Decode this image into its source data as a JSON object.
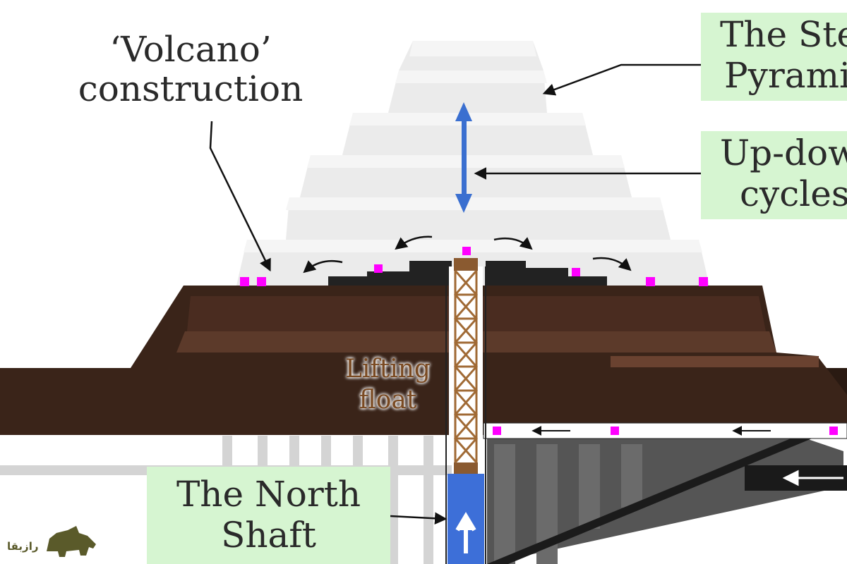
{
  "labels": {
    "volcano": {
      "line1": "‘Volcano’",
      "line2": "construction"
    },
    "step_pyramid": {
      "line1": "The Ste",
      "line2": "Pyrami"
    },
    "up_down": {
      "line1": "Up-dow",
      "line2": "cycles"
    },
    "lifting_float": {
      "line1": "Lifting",
      "line2": "float"
    },
    "north_shaft": {
      "line1": "The North",
      "line2": "Shaft"
    }
  },
  "logo": {
    "text": "رازبقا",
    "icon": "rhino-icon"
  },
  "colors": {
    "pyramid": "#ebebeb",
    "soil_dark": "#2a1a12",
    "soil_mid": "#4a2c20",
    "soil_light": "#5c3a2a",
    "label_bg": "#d6f5d1",
    "marker": "#ff00ff",
    "arrow_blue": "#3a6fd0",
    "shaft_blue": "#3d6fd8",
    "float_brown": "#8a5a30"
  }
}
